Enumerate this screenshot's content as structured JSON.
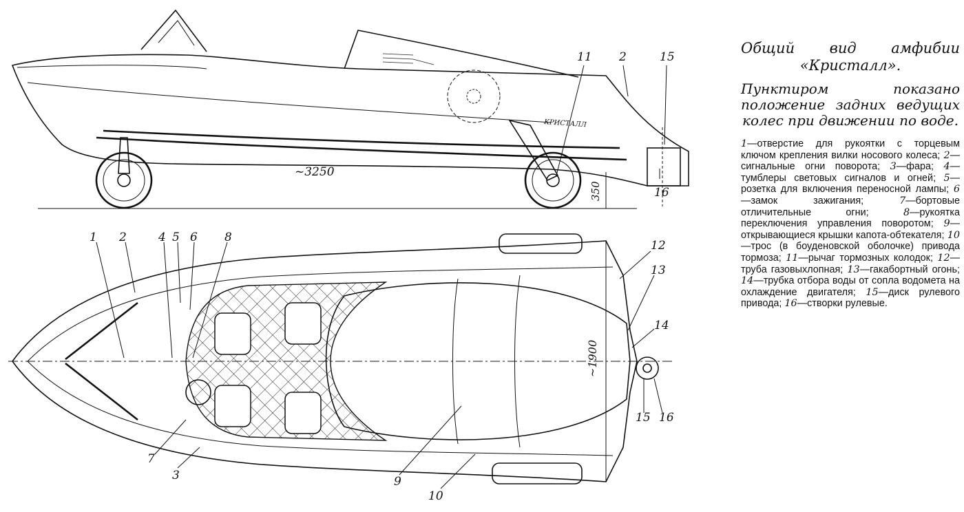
{
  "caption": {
    "title": "Общий вид амфибии «Кристалл».",
    "note": "Пунктиром показано положение задних ведущих колес при движении по воде."
  },
  "legend": [
    {
      "n": "1",
      "text": "отверстие для рукоятки с торцевым ключом крепления вилки носового колеса;"
    },
    {
      "n": "2",
      "text": "сигнальные огни поворота;"
    },
    {
      "n": "3",
      "text": "фара;"
    },
    {
      "n": "4",
      "text": "тумблеры световых сигналов и огней;"
    },
    {
      "n": "5",
      "text": "розетка для включения переносной лампы;"
    },
    {
      "n": "6",
      "text": "замок зажигания;"
    },
    {
      "n": "7",
      "text": "бортовые отличительные огни;"
    },
    {
      "n": "8",
      "text": "рукоятка переключения управления поворотом;"
    },
    {
      "n": "9",
      "text": "открывающиеся крышки капота-обтекателя;"
    },
    {
      "n": "10",
      "text": "трос (в боуденовской оболочке) привода тормоза;"
    },
    {
      "n": "11",
      "text": "рычаг тормозных колодок;"
    },
    {
      "n": "12",
      "text": "труба газовыхлопная;"
    },
    {
      "n": "13",
      "text": "гакабортный огонь;"
    },
    {
      "n": "14",
      "text": "трубка отбора воды от сопла водомета на охлаждение двигателя;"
    },
    {
      "n": "15",
      "text": "диск рулевого привода;"
    },
    {
      "n": "16",
      "text": "створки рулевые."
    }
  ],
  "drawing": {
    "side_labels": [
      "11",
      "2",
      "15",
      "16"
    ],
    "top_labels": [
      "1",
      "2",
      "4",
      "5",
      "6",
      "8",
      "12",
      "13",
      "14",
      "15",
      "16",
      "7",
      "3",
      "9",
      "10"
    ],
    "dimensions": {
      "length": "~3250",
      "height": "350",
      "width": "~1900"
    },
    "name_plate": "КРИСТАЛЛ"
  }
}
